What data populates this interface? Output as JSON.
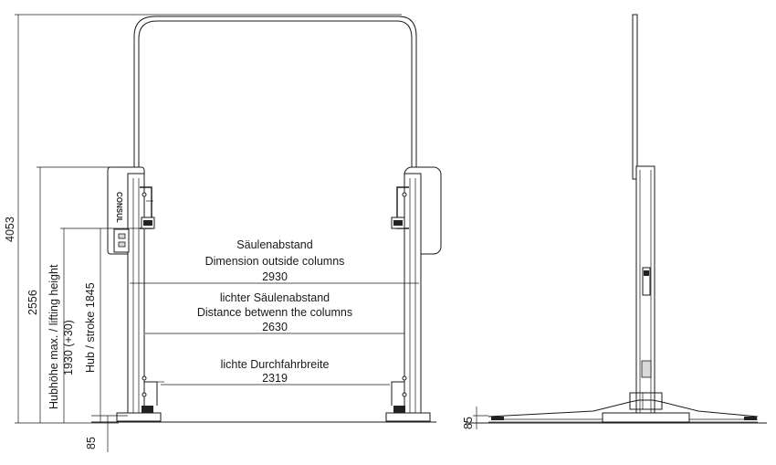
{
  "dimensions": {
    "overall_height": "4053",
    "lift_height_total": "2556",
    "lift_height_label": "Hubhöhe max. / lifting height",
    "lift_height_value": "1930 (+30)",
    "stroke_label": "Hub / stroke 1845",
    "ground_offset_left": "85",
    "ground_offset_side": "85",
    "outside_columns_de": "Säulenabstand",
    "outside_columns_en": "Dimension outside columns",
    "outside_columns_value": "2930",
    "between_columns_de": "lichter Säulenabstand",
    "between_columns_en": "Distance betwenn the columns",
    "between_columns_value": "2630",
    "drive_through_de": "lichte Durchfahrbreite",
    "drive_through_value": "2319"
  },
  "brand_text": "CONSUL"
}
